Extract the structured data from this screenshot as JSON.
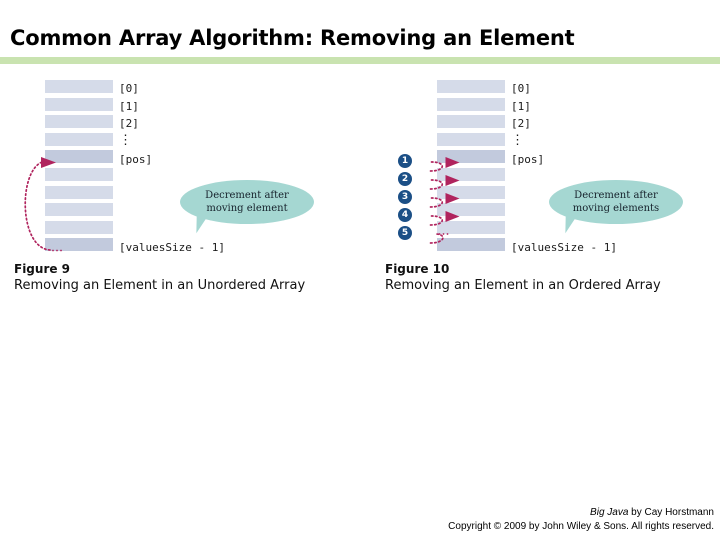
{
  "slide": {
    "title": "Common Array Algorithm: Removing an Element",
    "rule_color": "#c9e3b0",
    "background": "#ffffff"
  },
  "colors": {
    "cell_fill": "#d5dbe9",
    "cell_highlight": "#c2cadd",
    "arrow": "#b0245e",
    "callout_fill": "#a5d7d2",
    "badge_fill": "#1b4f86",
    "badge_text": "#ffffff"
  },
  "figures": [
    {
      "id": "figure-left",
      "number_label": "Figure 9",
      "caption": "Removing an Element in an Unordered Array",
      "cell_count": 10,
      "highlight_indices": [
        4,
        9
      ],
      "index_labels": [
        "[0]",
        "[1]",
        "[2]",
        "⋮",
        "[pos]",
        "",
        "",
        "",
        "",
        "[valuesSize - 1]"
      ],
      "callout": {
        "line1": "Decrement after",
        "line2": "moving element"
      },
      "badges": [],
      "arrow_description": "dotted curved arrow from last cell up to [pos] cell"
    },
    {
      "id": "figure-right",
      "number_label": "Figure 10",
      "caption": "Removing an Element in an Ordered Array",
      "cell_count": 10,
      "highlight_indices": [
        4,
        9
      ],
      "index_labels": [
        "[0]",
        "[1]",
        "[2]",
        "⋮",
        "[pos]",
        "",
        "",
        "",
        "",
        "[valuesSize - 1]"
      ],
      "callout": {
        "line1": "Decrement after",
        "line2": "moving elements"
      },
      "badges": [
        "1",
        "2",
        "3",
        "4",
        "5"
      ],
      "arrow_description": "five dotted curved arrows shifting each element up one slot"
    }
  ],
  "footer": {
    "book_title": "Big Java",
    "byline": " by Cay Horstmann",
    "copyright": "Copyright © 2009 by John Wiley & Sons.  All rights reserved."
  }
}
